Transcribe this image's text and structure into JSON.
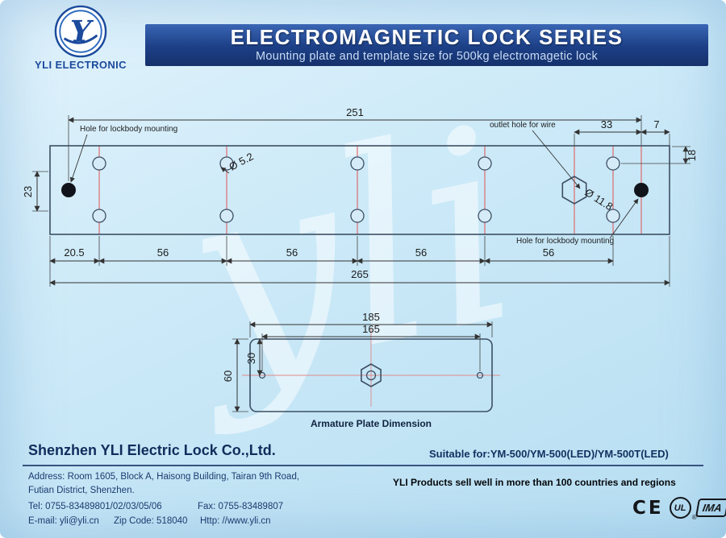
{
  "header": {
    "logo_letter": "Y",
    "logo_text": "YLI ELECTRONIC",
    "title": "ELECTROMAGNETIC LOCK SERIES",
    "subtitle": "Mounting plate and template size for 500kg electromagetic lock"
  },
  "watermark": "yli",
  "drawing": {
    "labels": {
      "hole_top": "Hole for lockbody mounting",
      "outlet": "outlet hole for wire",
      "dia_small": "Ø 5.2",
      "dia_large": "Ø 11.8",
      "hole_bottom": "Hole for lockbody mounting"
    },
    "dims": {
      "span_top": "251",
      "span_33": "33",
      "span_7": "7",
      "span_right": "18",
      "span_left": "23",
      "seg1": "20.5",
      "seg2": "56",
      "seg3": "56",
      "seg4": "56",
      "seg5": "56",
      "total": "265"
    }
  },
  "armature": {
    "caption": "Armature Plate Dimension",
    "dims": {
      "w_outer": "185",
      "w_inner": "165",
      "h_half": "30",
      "h_full": "60"
    }
  },
  "footer": {
    "company": "Shenzhen YLI Electric Lock Co.,Ltd.",
    "suitable_for": "Suitable for:YM-500/YM-500(LED)/YM-500T(LED)",
    "address_line1": "Address: Room 1605, Block A, Haisong Building, Tairan 9th Road,",
    "address_line2": "Futian District, Shenzhen.",
    "tel": "Tel: 0755-83489801/02/03/05/06",
    "fax": "Fax: 0755-83489807",
    "email": "E-mail: yli@yli.cn",
    "zip": "Zip Code: 518040",
    "web": "Http: //www.yli.cn",
    "slogan": "YLI Products sell well in more than 100 countries and regions",
    "cert_ce": "CE",
    "cert_ul": "UL",
    "cert_reg": "®",
    "cert_ima": "IMA"
  },
  "colors": {
    "brand_blue": "#1b4a9c",
    "banner_blue": "#1c3f86",
    "dimension_red": "#e05252",
    "text_navy": "#1c3a70"
  }
}
